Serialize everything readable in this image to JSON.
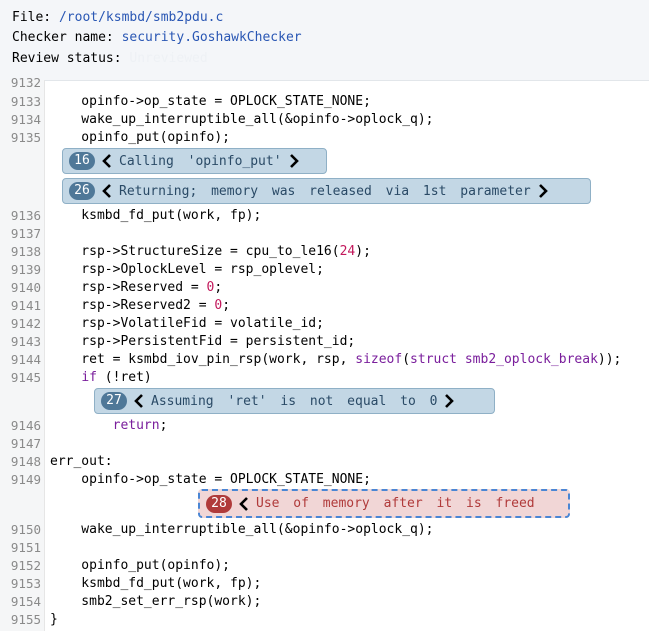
{
  "header": {
    "file_label": "File:",
    "file_path": "/root/ksmbd/smb2pdu.c",
    "checker_label": "Checker name:",
    "checker_name": "security.GoshawkChecker",
    "review_label": "Review status:",
    "review_value": "Unreviewed"
  },
  "lines": {
    "l9132": {
      "num": "9132",
      "code": ""
    },
    "l9133": {
      "num": "9133",
      "code": "    opinfo->op_state = OPLOCK_STATE_NONE;"
    },
    "l9134": {
      "num": "9134",
      "code": "    wake_up_interruptible_all(&opinfo->oplock_q);"
    },
    "l9135": {
      "num": "9135",
      "code": "    opinfo_put(opinfo);"
    },
    "l9136": {
      "num": "9136",
      "code": "    ksmbd_fd_put(work, fp);"
    },
    "l9137": {
      "num": "9137",
      "code": ""
    },
    "l9138": {
      "num": "9138",
      "pre": "    rsp->StructureSize = cpu_to_le16(",
      "n": "24",
      "post": ");"
    },
    "l9139": {
      "num": "9139",
      "code": "    rsp->OplockLevel = rsp_oplevel;"
    },
    "l9140": {
      "num": "9140",
      "pre": "    rsp->Reserved = ",
      "n": "0",
      "post": ";"
    },
    "l9141": {
      "num": "9141",
      "pre": "    rsp->Reserved2 = ",
      "n": "0",
      "post": ";"
    },
    "l9142": {
      "num": "9142",
      "code": "    rsp->VolatileFid = volatile_id;"
    },
    "l9143": {
      "num": "9143",
      "code": "    rsp->PersistentFid = persistent_id;"
    },
    "l9144": {
      "num": "9144",
      "pre": "    ret = ksmbd_iov_pin_rsp(work, rsp, ",
      "kw1": "sizeof",
      "mid": "(",
      "kw2": "struct",
      "mid2": " ",
      "kw3": "smb2_oplock_break",
      "post": "));"
    },
    "l9145": {
      "num": "9145",
      "pre": "    ",
      "kw": "if",
      "post": " (!ret)"
    },
    "l9146": {
      "num": "9146",
      "pre": "        ",
      "kw": "return",
      "post": ";"
    },
    "l9147": {
      "num": "9147",
      "code": ""
    },
    "l9148": {
      "num": "9148",
      "code": "err_out:"
    },
    "l9149": {
      "num": "9149",
      "code": "    opinfo->op_state = OPLOCK_STATE_NONE;"
    },
    "l9150": {
      "num": "9150",
      "code": "    wake_up_interruptible_all(&opinfo->oplock_q);"
    },
    "l9151": {
      "num": "9151",
      "code": ""
    },
    "l9152": {
      "num": "9152",
      "code": "    opinfo_put(opinfo);"
    },
    "l9153": {
      "num": "9153",
      "code": "    ksmbd_fd_put(work, fp);"
    },
    "l9154": {
      "num": "9154",
      "code": "    smb2_set_err_rsp(work);"
    },
    "l9155": {
      "num": "9155",
      "code": "}"
    }
  },
  "events": {
    "e16": {
      "step": "16",
      "text": "Calling 'opinfo_put'"
    },
    "e26": {
      "step": "26",
      "text": "Returning; memory was released via 1st parameter"
    },
    "e27": {
      "step": "27",
      "text": "Assuming 'ret' is not equal to 0"
    },
    "e28": {
      "step": "28",
      "text": "Use of memory after it is freed"
    }
  },
  "icons": {
    "prev": "chevron-left-icon",
    "next": "chevron-right-icon"
  },
  "colors": {
    "event_bg": "#c3d7e5",
    "error_bg": "#f1d6d6",
    "error_text": "#b03a3a",
    "link": "#2a57b4"
  }
}
